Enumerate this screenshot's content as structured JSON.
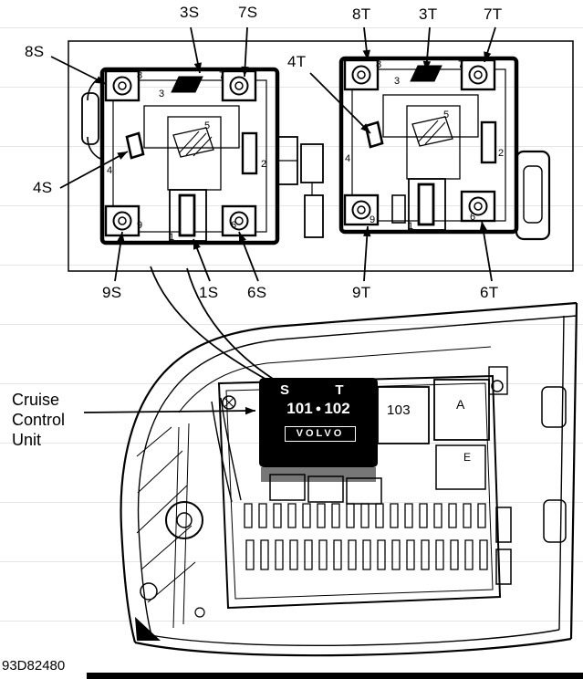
{
  "doc_code": "93D82480",
  "connector_s": {
    "callouts": {
      "c3": "3S",
      "c7": "7S",
      "c8": "8S",
      "c4": "4S",
      "c9": "9S",
      "c1": "1S",
      "c6": "6S"
    }
  },
  "connector_t": {
    "callouts": {
      "c8": "8T",
      "c3": "3T",
      "c7": "7T",
      "c4": "4T",
      "c9": "9T",
      "c6": "6T"
    }
  },
  "pins": {
    "p1": "1",
    "p2": "2",
    "p3": "3",
    "p4": "4",
    "p5": "5",
    "p6": "6",
    "p7": "7",
    "p8": "8",
    "p9": "9"
  },
  "cruise_unit": {
    "line1": "Cruise",
    "line2": "Control",
    "line3": "Unit"
  },
  "relay": {
    "col_s": "S",
    "col_t": "T",
    "num_left": "101",
    "dot": "●",
    "num_right": "102",
    "brand": "VOLVO"
  },
  "panel": {
    "n103": "103",
    "slot_a": "A",
    "slot_e": "E"
  },
  "colors": {
    "ink": "#000000",
    "relay_body": "#000000"
  }
}
